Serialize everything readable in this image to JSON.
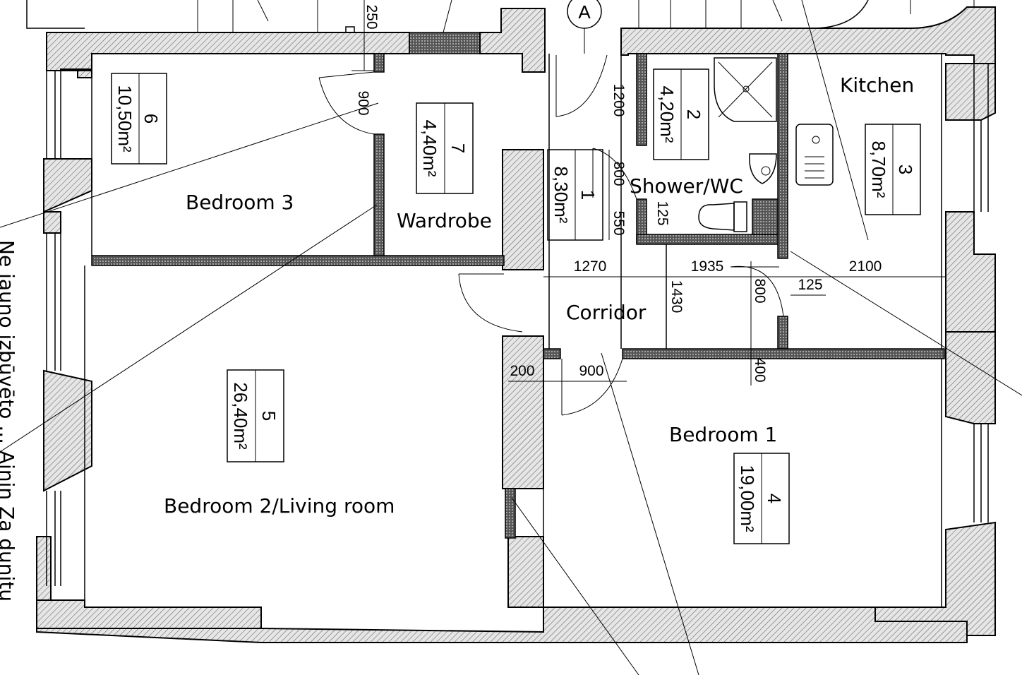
{
  "rooms": {
    "bedroom3": {
      "label": "Bedroom 3",
      "number": "6",
      "area": "10,50m²"
    },
    "wardrobe": {
      "label": "Wardrobe",
      "number": "7",
      "area": "4,40m²"
    },
    "entry": {
      "number": "1",
      "area": "8,30m²"
    },
    "shower": {
      "label": "Shower/WC",
      "number": "2",
      "area": "4,20m²"
    },
    "kitchen": {
      "label": "Kitchen",
      "number": "3",
      "area": "8,70m²"
    },
    "corridor": {
      "label": "Corridor"
    },
    "living": {
      "label": "Bedroom 2/Living room",
      "number": "5",
      "area": "26,40m²"
    },
    "bedroom1": {
      "label": "Bedroom 1",
      "number": "4",
      "area": "19,00m²"
    }
  },
  "dimensions": {
    "d250": "250",
    "d900_top": "900",
    "d1200": "1200",
    "d800_top": "800",
    "d550": "550",
    "d125_top": "125",
    "d1270": "1270",
    "d1935": "1935",
    "d2100": "2100",
    "d1430": "1430",
    "d800_mid": "800",
    "d125_mid": "125",
    "d200": "200",
    "d900_bottom": "900",
    "d400": "400"
  },
  "axis_marker": "A",
  "side_text": "Ne jauno izbūvēto ... Ainin  Za dunitu"
}
